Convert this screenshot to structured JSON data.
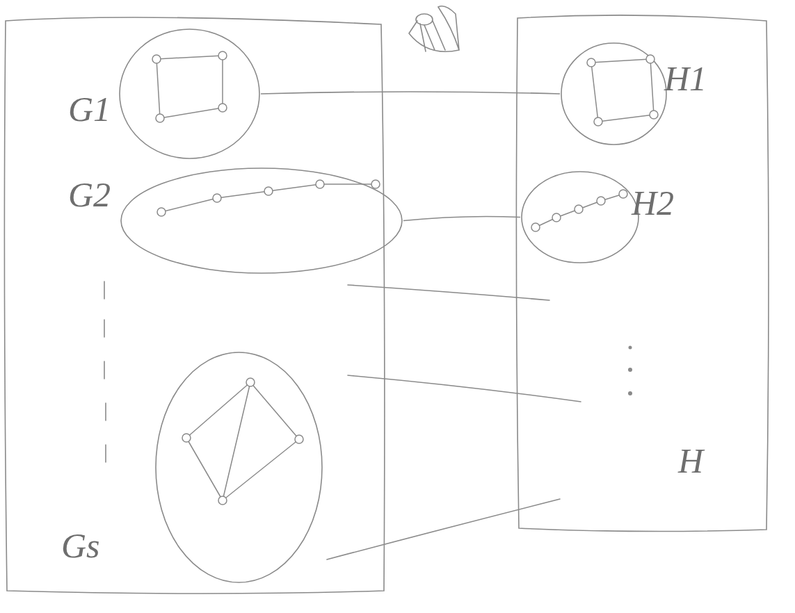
{
  "diagram": {
    "nodes": [
      {
        "text": [
          "G1"
        ]
      },
      {
        "text": [
          "H"
        ]
      },
      {
        "text": [
          "H1"
        ],
        "in": 1
      },
      {
        "text": [
          "G2"
        ]
      },
      {
        "text": [
          "H2"
        ],
        "in": 1
      },
      {
        "text": [
          "Gs"
        ]
      }
    ],
    "edges": [
      {
        "from": 0,
        "to": 2,
        "arrow": "none"
      },
      {
        "from": 3,
        "to": 4,
        "arrow": "none"
      }
    ]
  }
}
